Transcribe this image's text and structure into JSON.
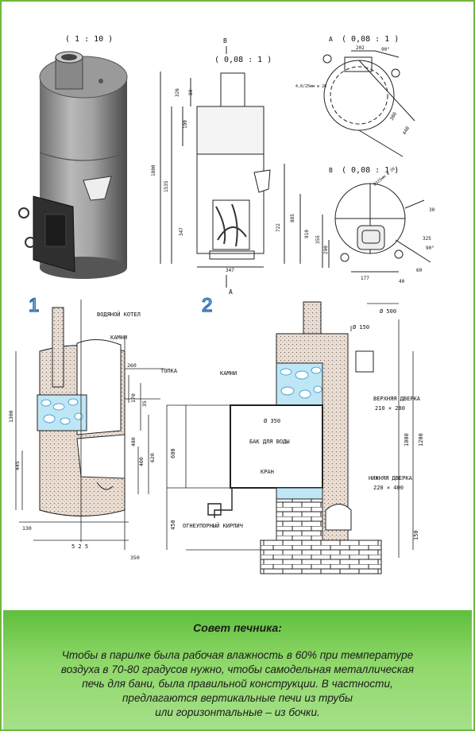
{
  "scales": {
    "iso": "( 1 : 10 )",
    "front": "( 0,08 : 1 )",
    "topA": "( 0,08 : 1 )",
    "topB": "( 0,08 : 1 )"
  },
  "view_letters": {
    "b": "B",
    "a": "A"
  },
  "front_dims": [
    "1800",
    "1535",
    "326",
    "190",
    "80",
    "885",
    "722",
    "910",
    "347",
    "347"
  ],
  "top_dims": [
    "202",
    "90°",
    "4,0/25мм в 20",
    "380",
    "440"
  ],
  "b_dims": [
    "Ø325мм в 20",
    "355",
    "290",
    "177",
    "40",
    "60",
    "325",
    "30",
    "90°"
  ],
  "fig1": {
    "number": "1",
    "labels": {
      "boiler": "ВОДЯНОЙ КОТЕЛ",
      "stones": "КАМНИ",
      "firebox": "ТОПКА"
    },
    "dims": [
      "260",
      "170",
      "35",
      "1300",
      "445",
      "620",
      "400",
      "480",
      "130",
      "5 2 5",
      "350"
    ]
  },
  "fig2": {
    "number": "2",
    "labels": {
      "stones": "КАМНИ",
      "tank": "БАК ДЛЯ ВОДЫ",
      "tap": "КРАН",
      "brick": "ОГНЕУПОРНЫЙ КИРПИЧ",
      "upper_door": "ВЕРХНЯЯ ДВЕРКА",
      "upper_door_size": "210 × 280",
      "lower_door": "НИЖНЯЯ ДВЕРКА",
      "lower_door_size": "220 × 400"
    },
    "dims": [
      "Ø 500",
      "Ø 150",
      "Ø 350",
      "600",
      "450",
      "1000",
      "1200",
      "150"
    ]
  },
  "tip": {
    "title": "Совет печника:",
    "lines": [
      "Чтобы в парилке была рабочая влажность в 60% при температуре",
      "воздуха в 70-80 градусов нужно, чтобы самодельная металлическая",
      "печь для бани, была правильной конструкции. В частности,",
      "предлагаются вертикальные печи из трубы",
      "или горизонтальные – из бочки."
    ]
  }
}
